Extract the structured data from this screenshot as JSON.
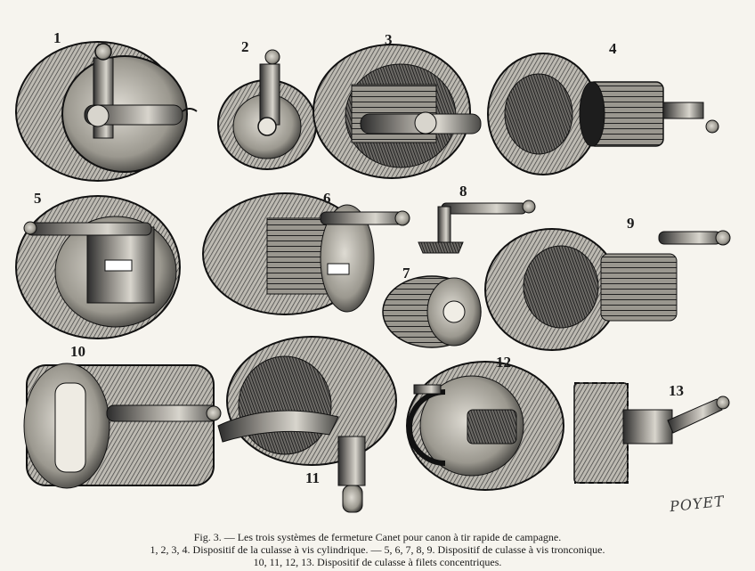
{
  "figure": {
    "numbers": [
      "1",
      "2",
      "3",
      "4",
      "5",
      "6",
      "7",
      "8",
      "9",
      "10",
      "11",
      "12",
      "13"
    ],
    "signature": "POYET"
  },
  "caption": {
    "line1": "Fig. 3. — Les trois systèmes de fermeture Canet pour canon à tir rapide de campagne.",
    "line2": "1, 2, 3, 4. Dispositif de la culasse à vis cylindrique. — 5, 6, 7, 8, 9. Dispositif de culasse à vis tronconique.",
    "line3": "10, 11, 12, 13. Dispositif de culasse à filets concentriques."
  }
}
